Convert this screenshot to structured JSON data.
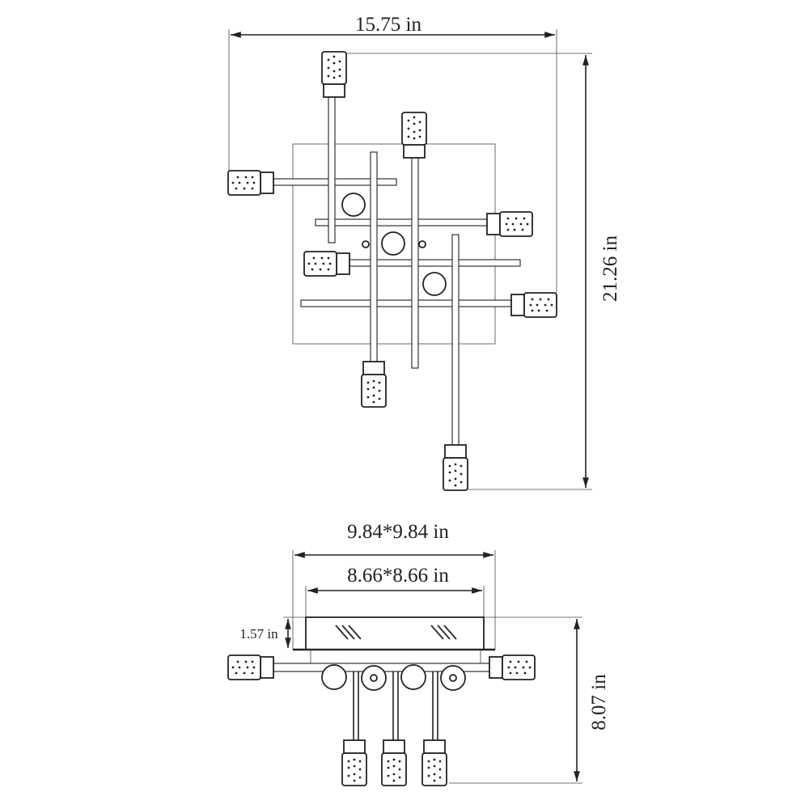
{
  "dimensions": {
    "overall_width": "15.75 in",
    "overall_length": "21.26 in",
    "canopy_outer": "9.84*9.84 in",
    "canopy_inner": "8.66*8.66 in",
    "canopy_height": "1.57 in",
    "overall_height": "8.07 in"
  },
  "colors": {
    "line": "#222222",
    "background": "#ffffff"
  }
}
